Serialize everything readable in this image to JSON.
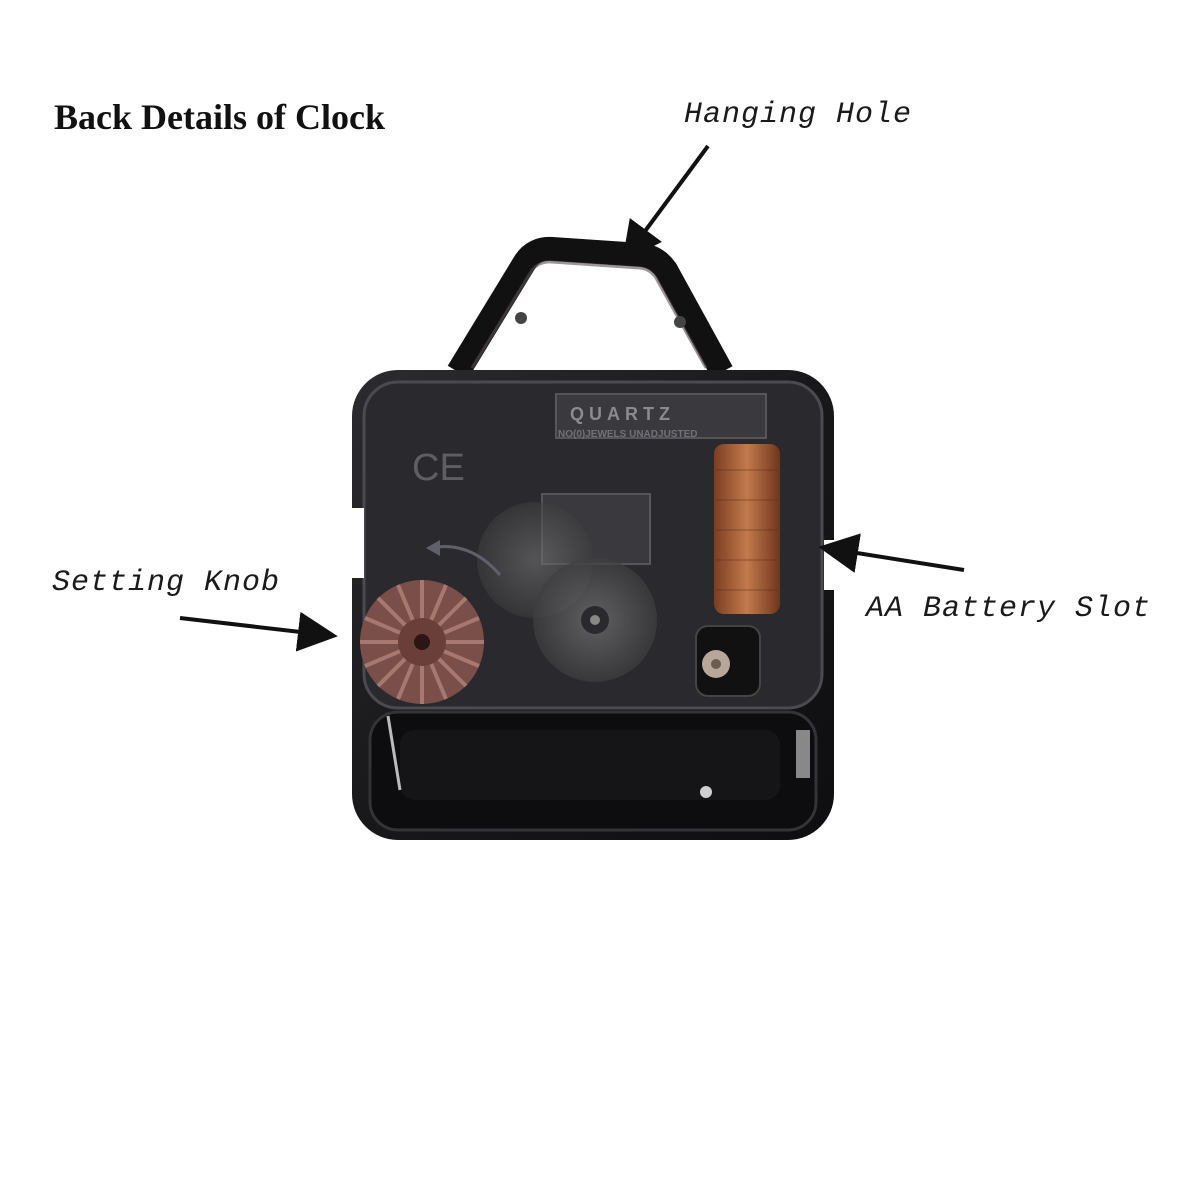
{
  "title": "Back Details of Clock",
  "callouts": {
    "hanging_hole": "Hanging Hole",
    "setting_knob": "Setting Knob",
    "battery_slot": "AA Battery Slot"
  },
  "movement_markings": {
    "brand": "QUARTZ",
    "jewels": "NO(0)JEWELS UNADJUSTED",
    "ce": "CE"
  },
  "colors": {
    "housing": "#1a1a1c",
    "housing_shine": "#4a4a50",
    "copper_coil": "#b0643a",
    "knob": "#8a5a52",
    "arrow": "#111111"
  }
}
